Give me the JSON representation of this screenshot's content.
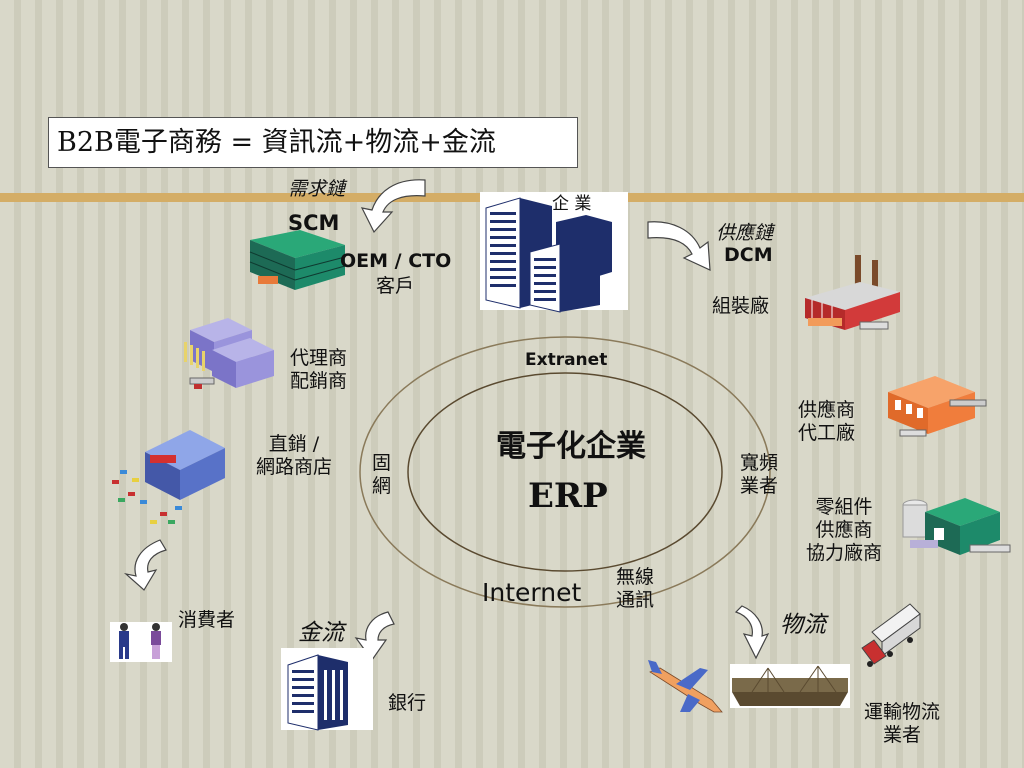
{
  "title": "B2B電子商務 = 資訊流+物流+金流",
  "center": {
    "line1": "電子化企業",
    "line2": "ERP"
  },
  "rings": {
    "extranet": "Extranet",
    "internet": "Internet",
    "fixed_network": "固\n網",
    "broadband": "寬頻\n業者",
    "wireless": "無線\n通訊"
  },
  "nodes": {
    "enterprise": "企 業",
    "demand_chain": "需求鏈",
    "scm": "SCM",
    "oem_cto": "OEM / CTO",
    "customer": "客戶",
    "supply_chain": "供應鏈",
    "dcm": "DCM",
    "assembly_plant": "組裝廠",
    "agent_distributor": "代理商\n配銷商",
    "direct_online": "直銷 /\n網路商店",
    "supplier_oem": "供應商\n代工廠",
    "parts_suppliers": "零組件\n供應商\n協力廠商",
    "consumer": "消費者",
    "cash_flow": "金流",
    "bank": "銀行",
    "logistics": "物流",
    "transport": "運輸物流\n業者"
  },
  "colors": {
    "background": "#d6d5c5",
    "stripe": "#d4ad66",
    "ellipse": "#8a7a5a",
    "building_navy": "#1e2e6b",
    "factory_red": "#b52a2a",
    "warehouse_orange": "#f07d3c",
    "warehouse_green": "#1d8a6a",
    "store_blue": "#5872c8"
  },
  "icons": [
    "curved-arrow-icon",
    "office-building-icon",
    "factory-icon",
    "warehouse-icon",
    "store-icon",
    "people-icon",
    "airplane-icon",
    "ship-icon",
    "truck-icon",
    "bank-building-icon"
  ]
}
